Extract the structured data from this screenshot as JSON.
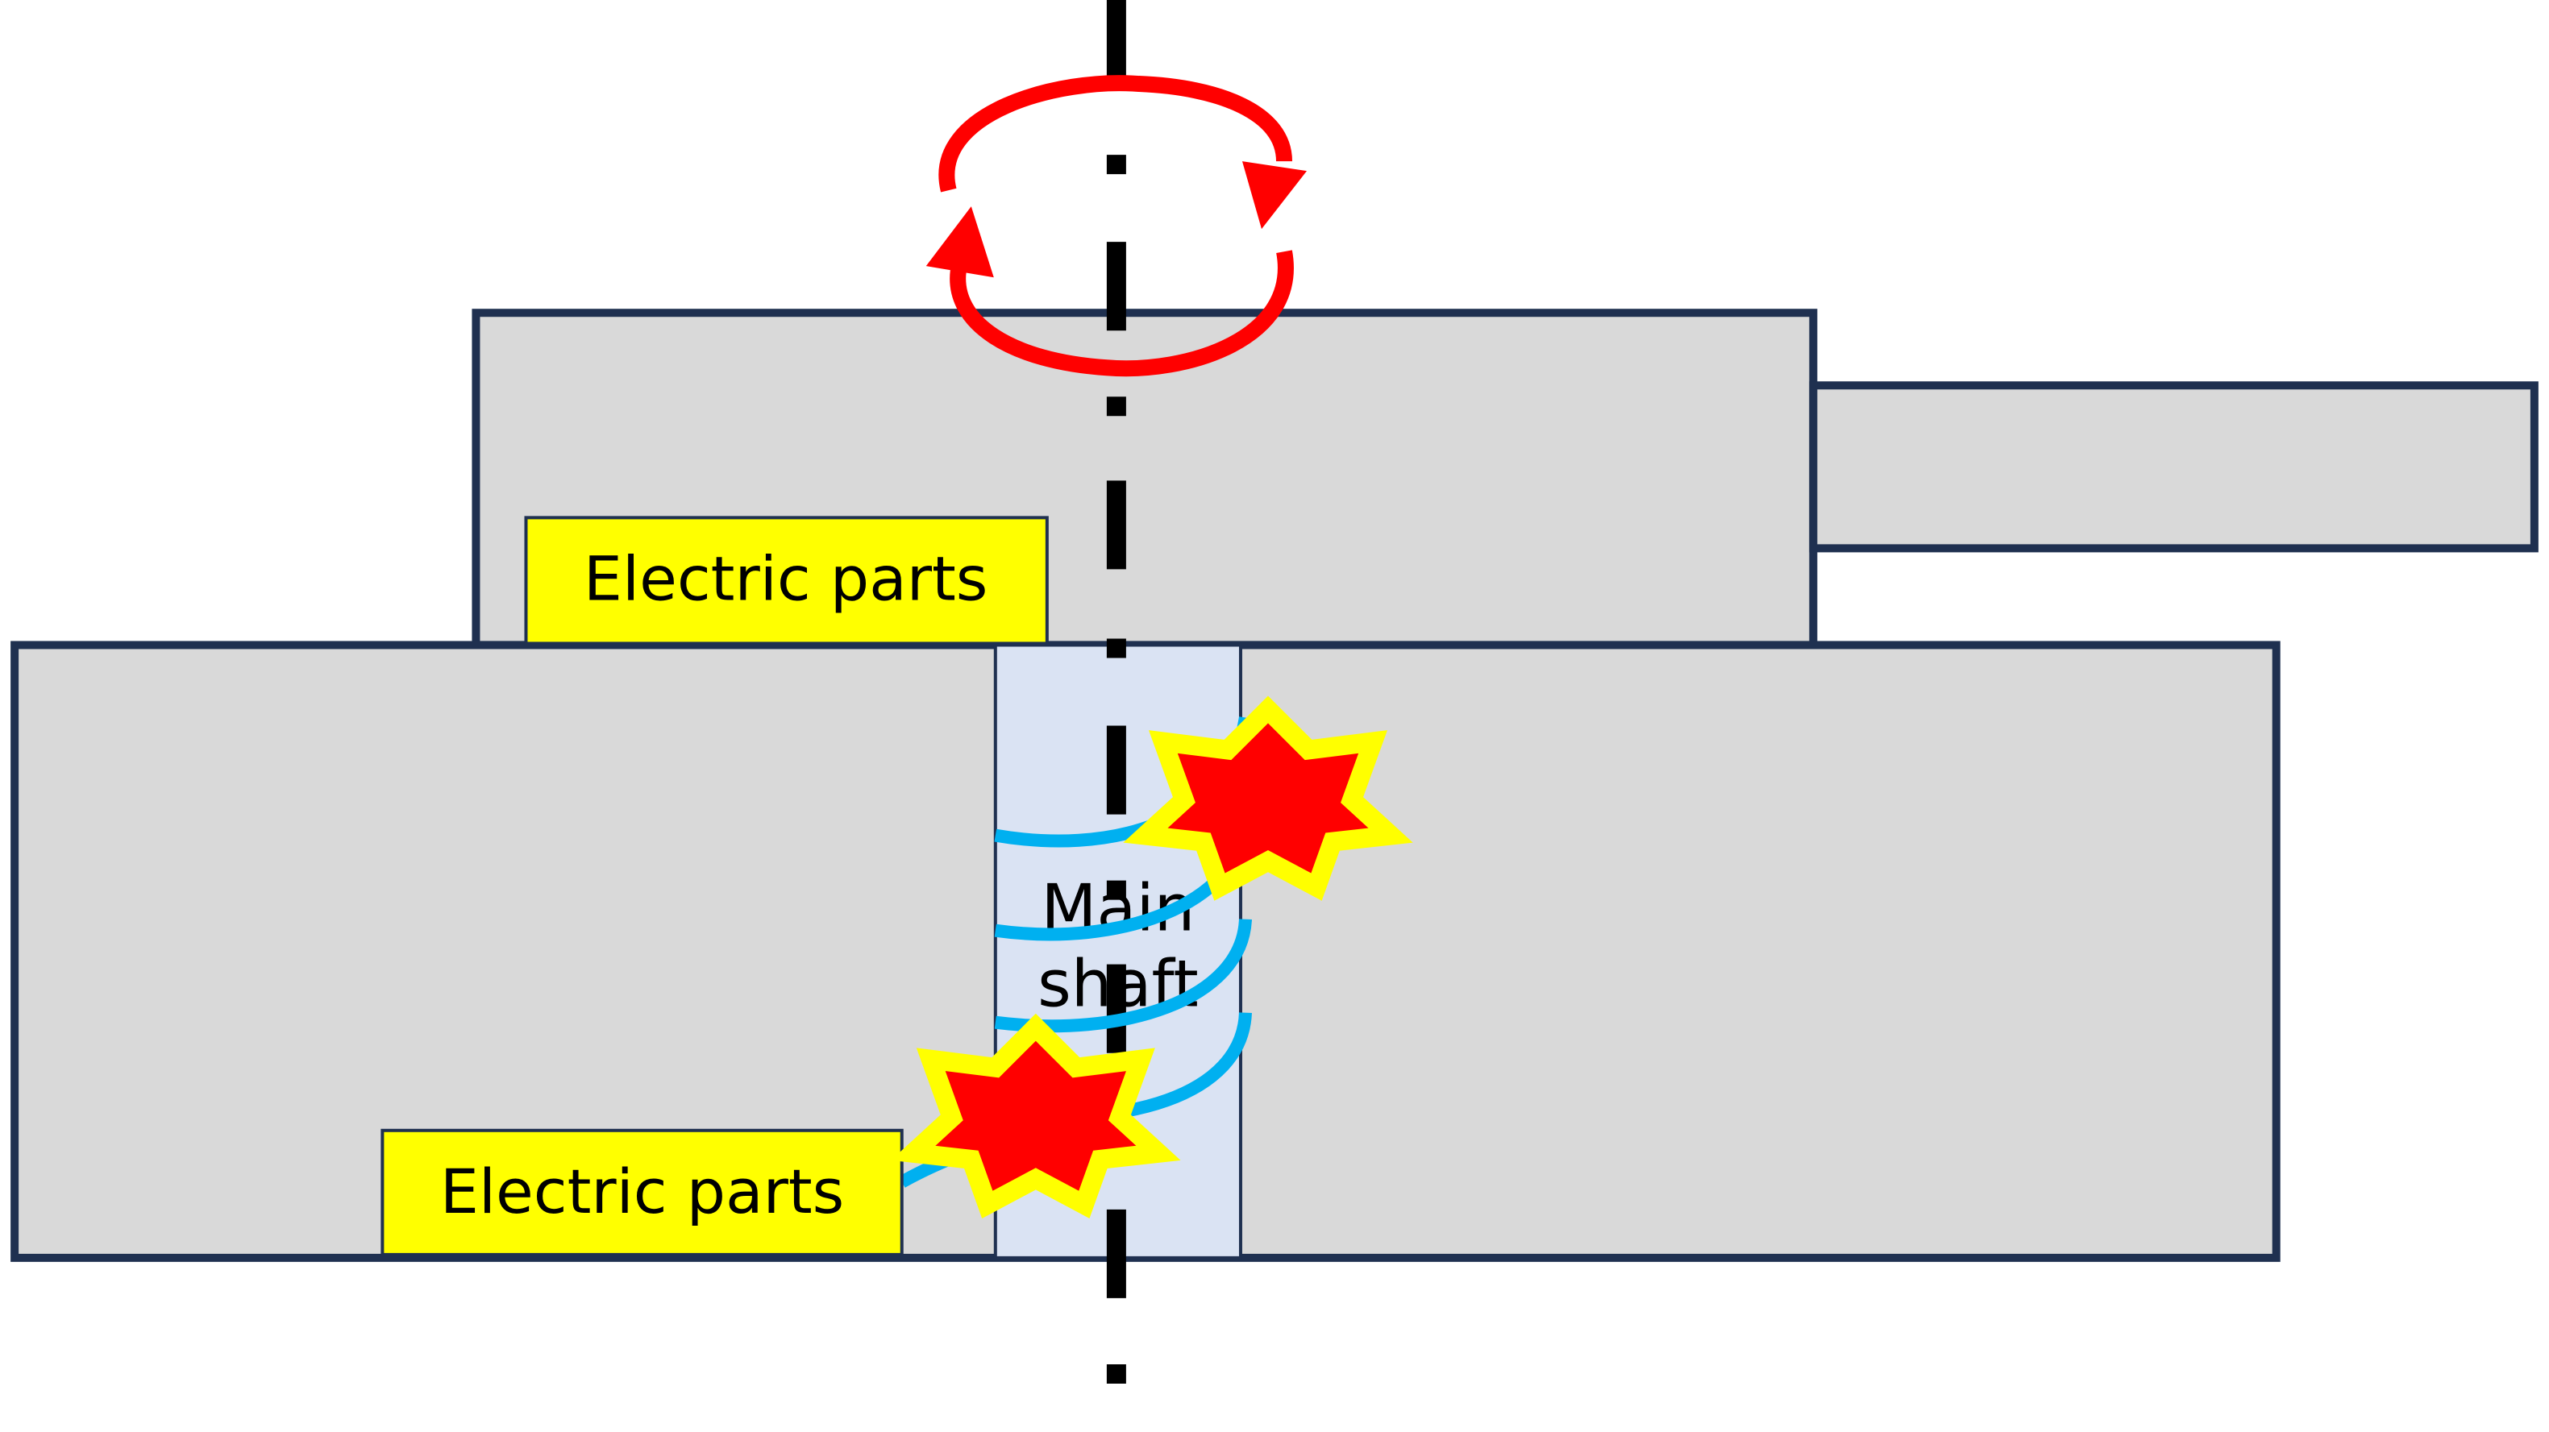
{
  "labels": {
    "electric_parts_upper": "Electric parts",
    "electric_parts_lower": "Electric parts",
    "main_shaft_line1": "Main",
    "main_shaft_line2": "shaft"
  },
  "colors": {
    "body_fill": "#d9d9d9",
    "body_stroke": "#1f3050",
    "shaft_fill": "#dae3f3",
    "label_fill": "#ffff00",
    "rotation_arrow": "#ff0000",
    "wire": "#00b0f0",
    "spark_fill": "#ff0000",
    "spark_outline": "#ffff00",
    "axis_line": "#000000"
  },
  "icons": {
    "rotation": "rotation-arrow-icon",
    "spark": "spark-icon"
  }
}
